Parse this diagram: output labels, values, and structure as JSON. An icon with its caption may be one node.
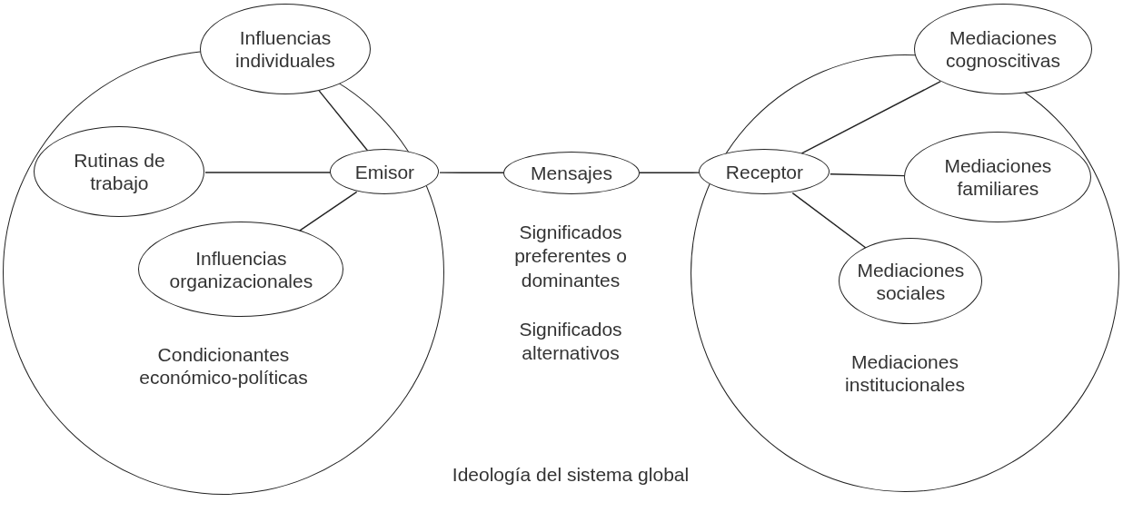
{
  "diagram": {
    "nodes": [
      {
        "text": [
          "Condicionantes económico-políticas"
        ]
      },
      {
        "text": [
          "Influencias individuales"
        ]
      },
      {
        "text": [
          "Rutinas de trabajo"
        ],
        "in": 0
      },
      {
        "text": [
          "Emisor"
        ],
        "in": 0
      },
      {
        "text": [
          "Influencias organizacionales"
        ],
        "in": 0
      },
      {
        "text": [
          "Mensajes"
        ]
      },
      {
        "text": [
          "Mediaciones institucionales"
        ]
      },
      {
        "text": [
          "Receptor"
        ],
        "in": 6
      },
      {
        "text": [
          "Mediaciones cognoscitivas"
        ]
      },
      {
        "text": [
          "Mediaciones familiares"
        ],
        "in": 6
      },
      {
        "text": [
          "Mediaciones sociales"
        ],
        "in": 6
      }
    ],
    "edges": [
      {
        "from": 1,
        "to": 3,
        "arrow": "none"
      },
      {
        "from": 2,
        "to": 3,
        "arrow": "none"
      },
      {
        "from": 4,
        "to": 3,
        "arrow": "none"
      },
      {
        "from": 3,
        "to": 5,
        "arrow": "none"
      },
      {
        "from": 5,
        "to": 7,
        "arrow": "none"
      },
      {
        "from": 7,
        "to": 8,
        "arrow": "none"
      },
      {
        "from": 7,
        "to": 9,
        "arrow": "none"
      },
      {
        "from": 7,
        "to": 10,
        "arrow": "none"
      }
    ],
    "labels": [
      "Significados preferentes o dominantes",
      "Significados alternativos",
      "Ideología del sistema global"
    ]
  }
}
